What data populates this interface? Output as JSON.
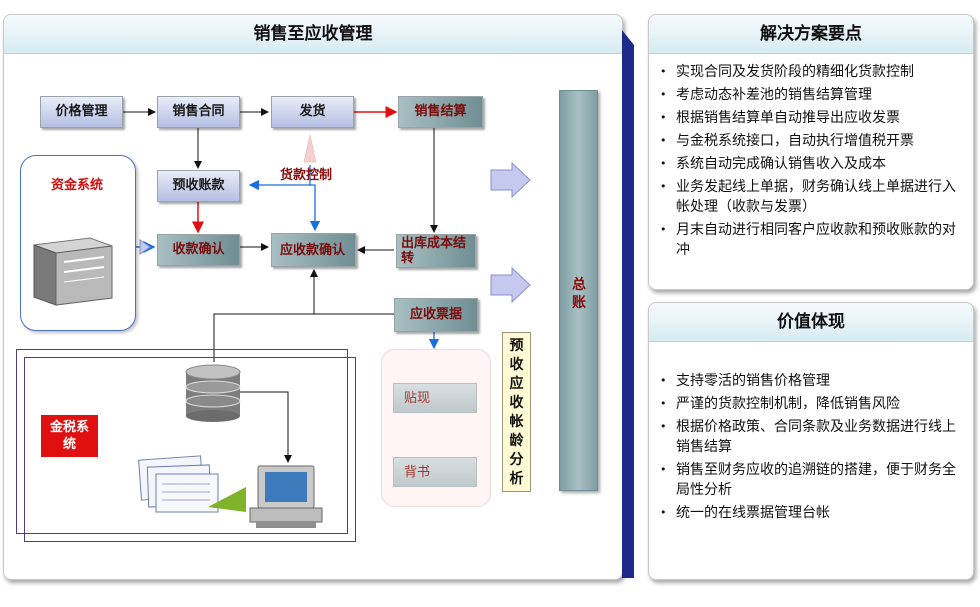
{
  "left_panel": {
    "title": "销售至应收管理",
    "nodes": {
      "price_mgmt": "价格管理",
      "sales_contract": "销售合同",
      "shipment": "发货",
      "sales_settlement": "销售结算",
      "prepaid_account": "预收账款",
      "receipt_confirm": "收款确认",
      "ar_confirm": "应收款确认",
      "outbound_cost": "出库成本结转",
      "ar_notes": "应收票据",
      "discount": "贴现",
      "endorse": "背书"
    },
    "credit_control": "货款控制",
    "fund_system": "资金系统",
    "golden_tax": "金税系统",
    "aging_analysis": "预收应收帐龄分析",
    "general_ledger": "总账"
  },
  "solution_panel": {
    "title": "解决方案要点",
    "items": [
      "实现合同及发货阶段的精细化货款控制",
      "考虑动态补差池的销售结算管理",
      "根据销售结算单自动推导出应收发票",
      "与金税系统接口，自动执行增值税开票",
      "系统自动完成确认销售收入及成本",
      "业务发起线上单据，财务确认线上单据进行入帐处理（收款与发票）",
      "月末自动进行相同客户应收款和预收账款的对冲"
    ]
  },
  "value_panel": {
    "title": "价值体现",
    "items": [
      "支持零活的销售价格管理",
      "严谨的货款控制机制，降低销售风险",
      "根据价格政策、合同条款及业务数据进行线上销售结算",
      "销售至财务应收的追溯链的搭建，便于财务全局性分析",
      "统一的在线票据管理台帐"
    ]
  }
}
